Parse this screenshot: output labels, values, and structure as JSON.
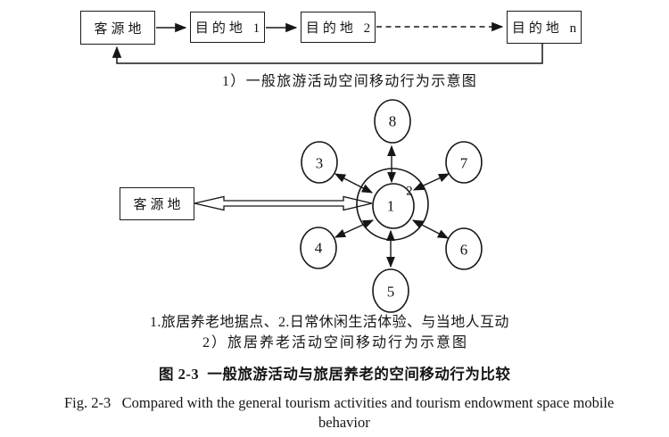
{
  "colors": {
    "ink": "#161616",
    "paper": "#ffffff"
  },
  "diagram1": {
    "caption": "1）一般旅游活动空间移动行为示意图",
    "source": {
      "label": "客源地"
    },
    "destinations": [
      {
        "label": "目的地 1"
      },
      {
        "label": "目的地 2"
      },
      {
        "label": "目的地 n"
      }
    ]
  },
  "diagram2": {
    "caption": "2）旅居养老活动空间移动行为示意图",
    "legend": "1.旅居养老地据点、2.日常休闲生活体验、与当地人互动",
    "source": {
      "label": "客源地"
    },
    "hub": {
      "center_label": "1",
      "ring_label": "2"
    },
    "satellites": [
      {
        "id": "8"
      },
      {
        "id": "3"
      },
      {
        "id": "7"
      },
      {
        "id": "4"
      },
      {
        "id": "6"
      },
      {
        "id": "5"
      }
    ]
  },
  "figure_caption": {
    "zh": "图 2-3  一般旅游活动与旅居养老的空间移动行为比较",
    "en_line1": "Fig. 2-3   Compared with the general tourism activities and tourism endowment space mobile",
    "en_line2": "behavior"
  }
}
